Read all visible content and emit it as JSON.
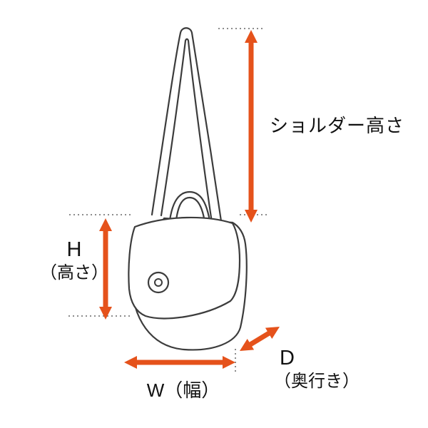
{
  "diagram": {
    "labels": {
      "shoulder_height": "ショルダー高さ",
      "height_letter": "H",
      "height_paren": "（高さ）",
      "width": "W（幅）",
      "depth_letter": "D",
      "depth_paren": "（奥行き）"
    },
    "colors": {
      "arrow": "#E5521B",
      "outline": "#3C3C3C",
      "dotted_line": "#8C8C8C",
      "text": "#111111",
      "background": "#FFFFFF"
    }
  }
}
